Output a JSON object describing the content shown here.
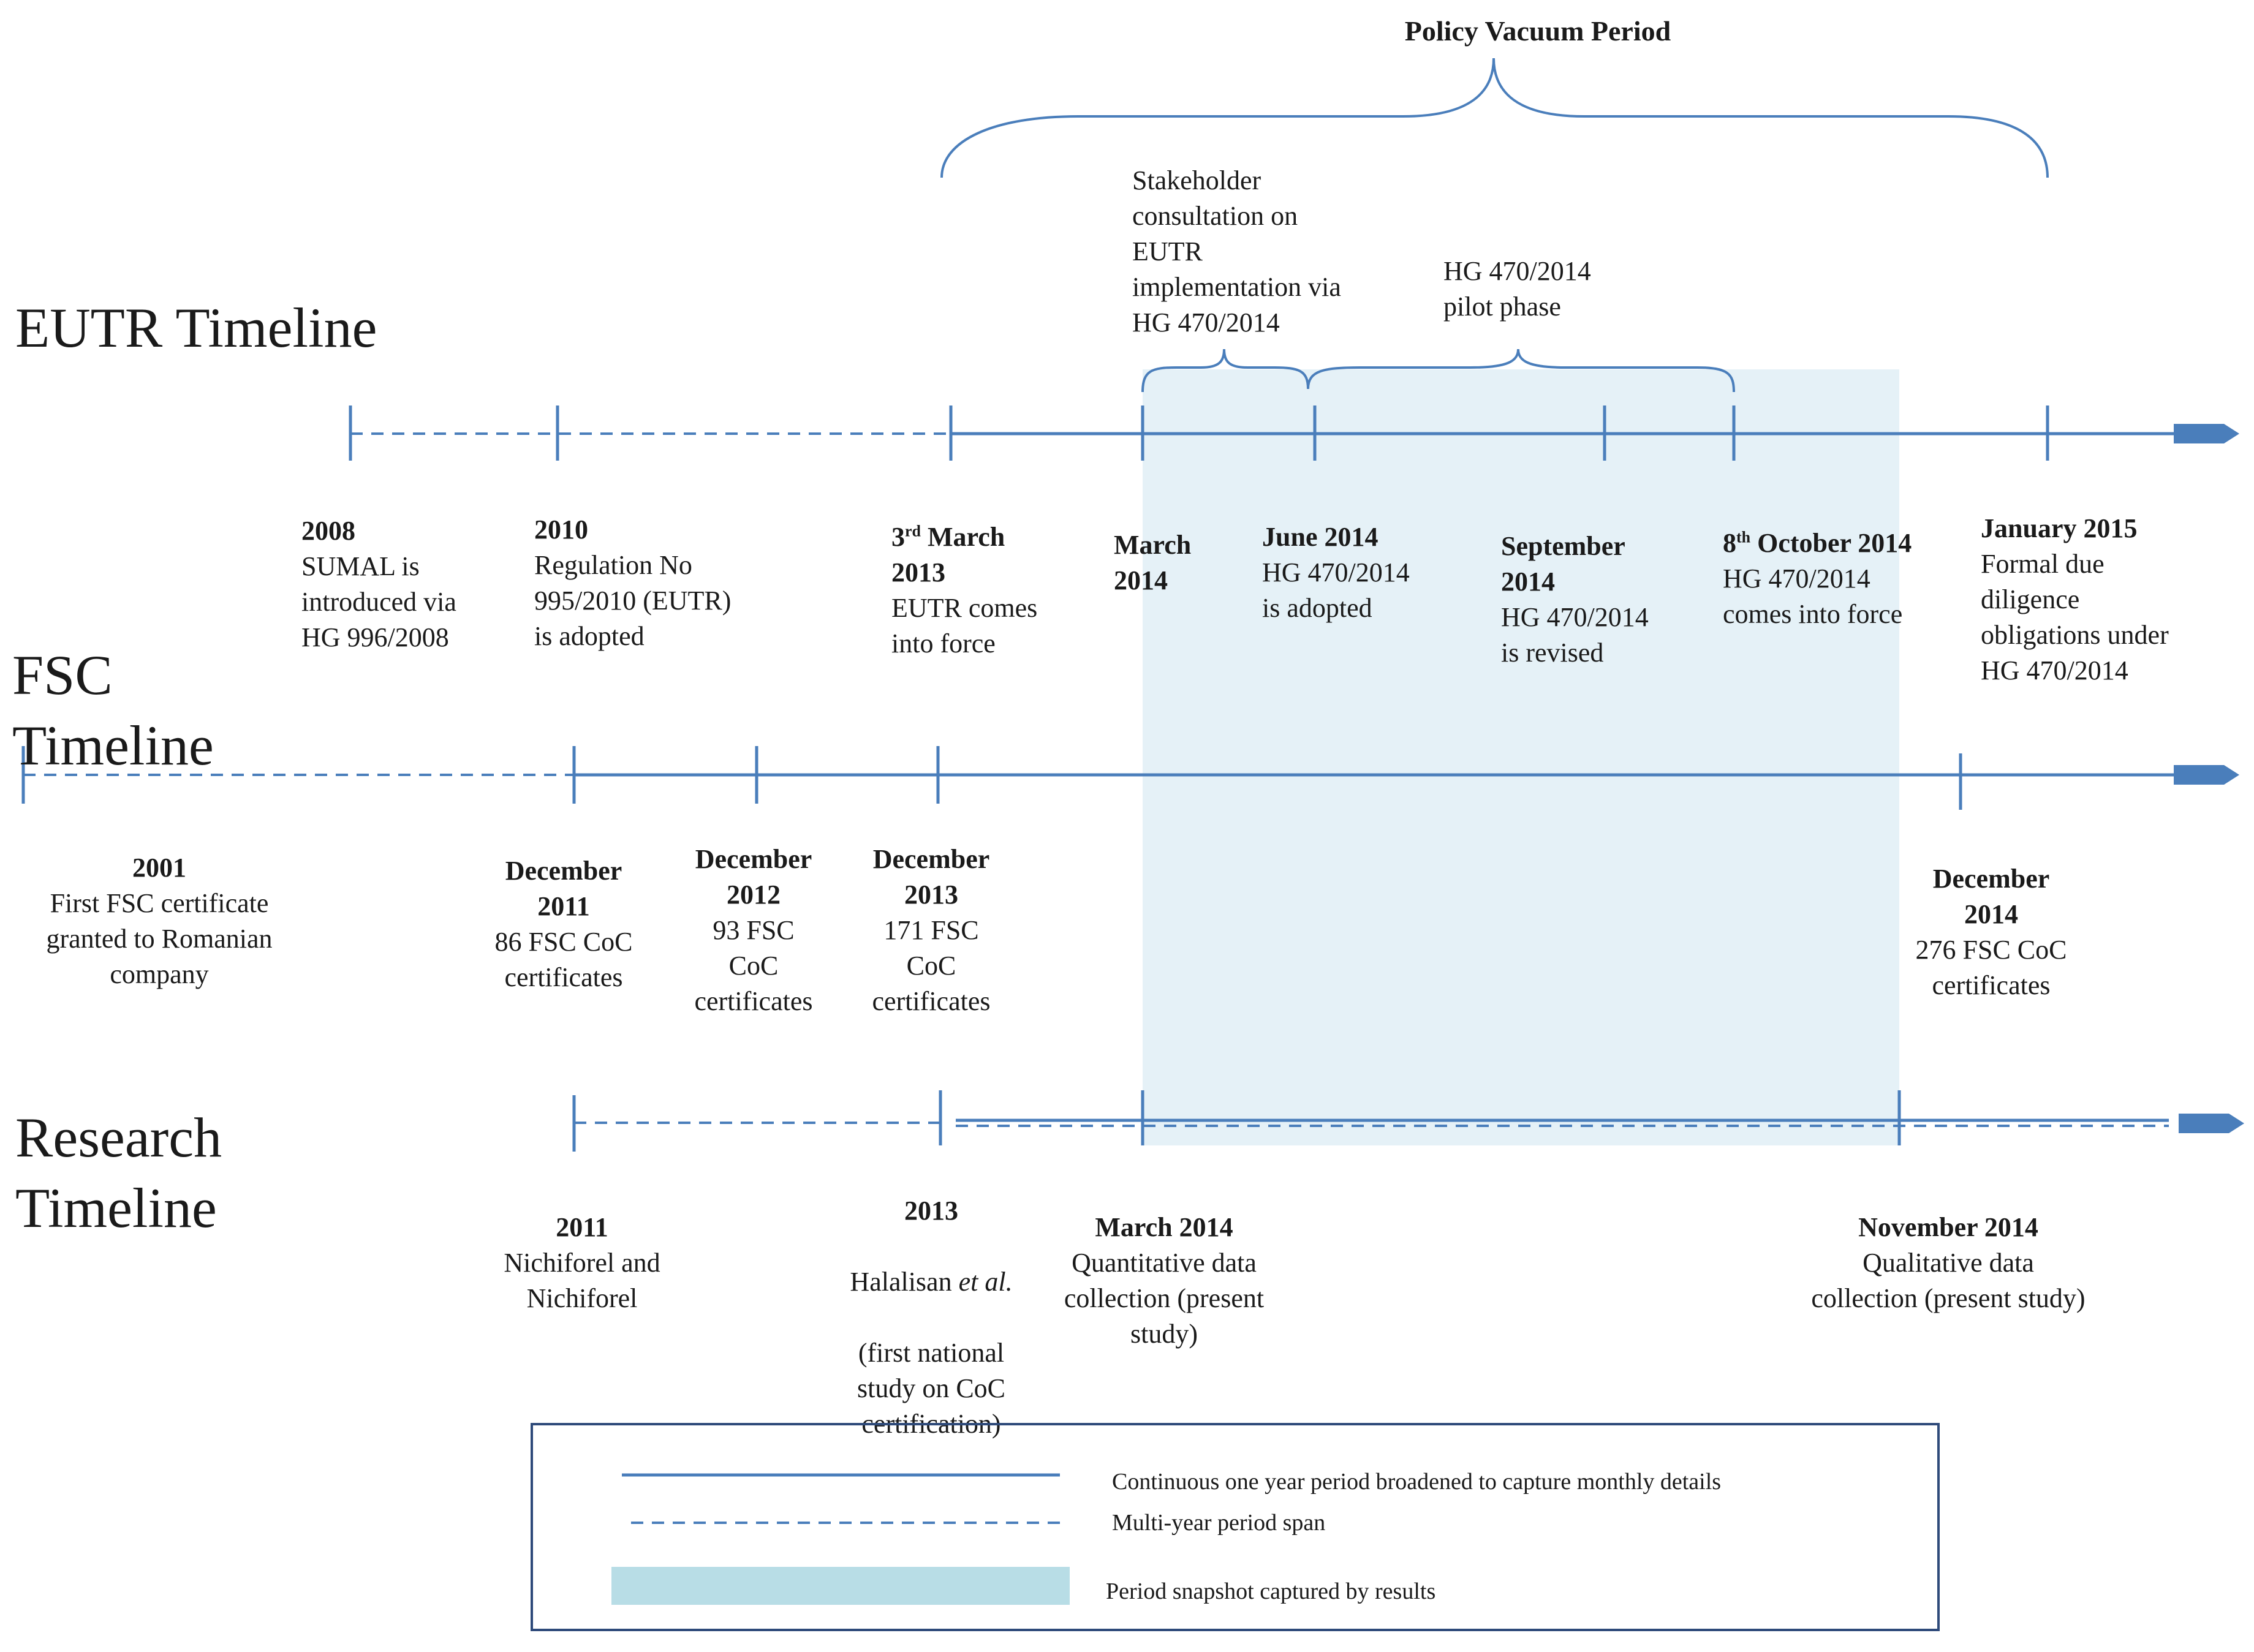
{
  "colors": {
    "line": "#4a7ebb",
    "shade": "#e5f1f7",
    "legend_swatch": "#b8dde6",
    "legend_border": "#2e4a7a"
  },
  "policy_vacuum": {
    "label": "Policy Vacuum Period"
  },
  "eutr": {
    "title": "EUTR Timeline",
    "consultation": "Stakeholder\nconsultation on\nEUTR\nimplementation via\nHG 470/2014",
    "pilot": "HG 470/2014\npilot phase",
    "events": [
      {
        "date": "2008",
        "desc": "SUMAL is\nintroduced via\nHG 996/2008"
      },
      {
        "date": "2010",
        "desc": "Regulation No\n995/2010 (EUTR)\nis adopted"
      },
      {
        "date_sup": "rd",
        "date_pre": "3",
        "date": "March\n2013",
        "desc": "EUTR comes\ninto force"
      },
      {
        "date": "March\n2014",
        "desc": ""
      },
      {
        "date": "June 2014",
        "desc": "HG 470/2014\nis adopted"
      },
      {
        "date": "September\n2014",
        "desc": "HG 470/2014\nis revised"
      },
      {
        "date_pre": "8",
        "date_sup": "th",
        "date": "October 2014",
        "desc": "HG 470/2014\ncomes into force"
      },
      {
        "date": "January 2015",
        "desc": "Formal due\ndiligence\nobligations under\nHG 470/2014"
      }
    ]
  },
  "fsc": {
    "title": "FSC\nTimeline",
    "events": [
      {
        "date": "2001",
        "desc": "First FSC certificate\ngranted to Romanian\ncompany"
      },
      {
        "date": "December\n2011",
        "desc": "86 FSC CoC\ncertificates"
      },
      {
        "date": "December\n2012",
        "desc": "93 FSC\nCoC\ncertificates"
      },
      {
        "date": "December\n2013",
        "desc": "171 FSC\nCoC\ncertificates"
      },
      {
        "date": "December\n2014",
        "desc": "276 FSC CoC\ncertificates"
      }
    ]
  },
  "research": {
    "title": "Research\nTimeline",
    "events": [
      {
        "date": "2011",
        "desc": "Nichiforel and\nNichiforel"
      },
      {
        "date": "2013",
        "desc_pre": "Halalisan ",
        "desc_it": "et al.",
        "desc": "(first national\nstudy on CoC\ncertification)"
      },
      {
        "date": "March 2014",
        "desc": "Quantitative data\ncollection (present\nstudy)"
      },
      {
        "date": "November 2014",
        "desc": "Qualitative data\ncollection (present study)"
      }
    ]
  },
  "legend": {
    "solid": "Continuous one year period  broadened to capture monthly details",
    "dashed": "Multi-year period span",
    "shaded": "Period snapshot captured by results"
  }
}
